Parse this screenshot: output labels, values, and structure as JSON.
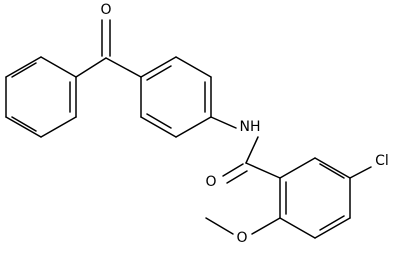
{
  "molecule": {
    "atoms": {
      "carbonyl_oxygen_top": "O",
      "amide_nitrogen": "NH",
      "amide_oxygen": "O",
      "chlorine": "Cl",
      "methoxy_oxygen": "O"
    }
  },
  "colors": {
    "bond": "#000000",
    "background": "#ffffff"
  }
}
